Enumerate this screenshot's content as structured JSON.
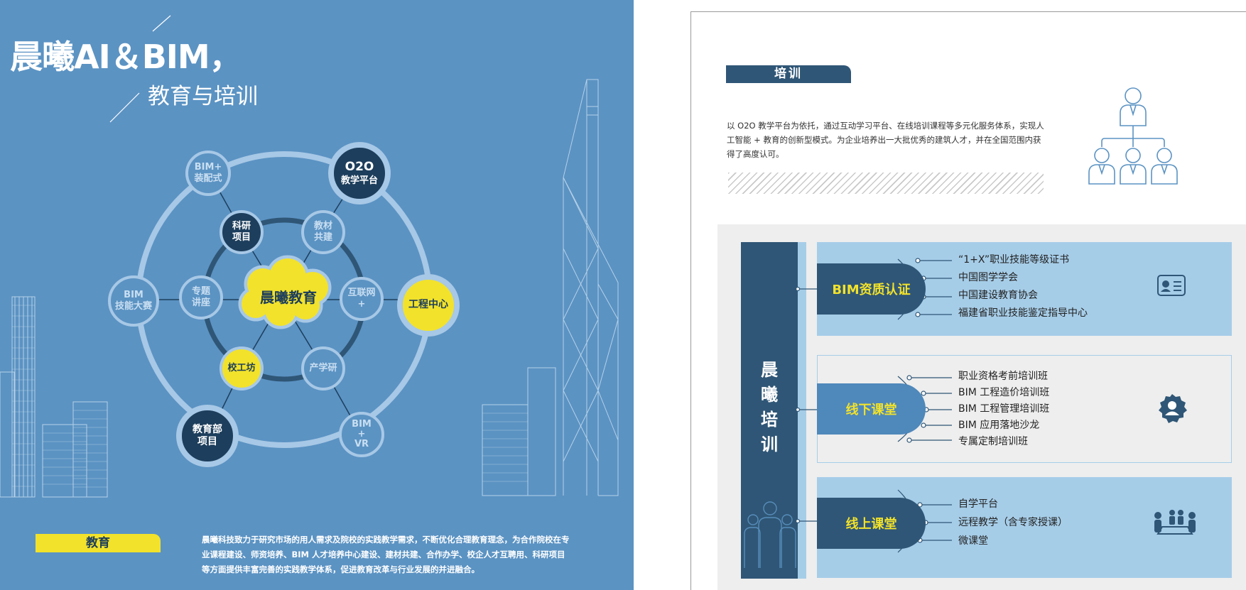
{
  "left_page": {
    "title_main": "晨曦AI＆BIM，",
    "title_sub": "教育与培训",
    "center_label": "晨曦教育",
    "outer_nodes": {
      "bim_prefab": [
        "BIM+",
        "装配式"
      ],
      "o2o": [
        "O2O",
        "教学平台"
      ],
      "bim_contest": [
        "BIM",
        "技能大赛"
      ],
      "eng_center": [
        "工程中心"
      ],
      "moe_project": [
        "教育部",
        "项目"
      ],
      "bim_vr": [
        "BIM",
        "+",
        "VR"
      ]
    },
    "inner_nodes": {
      "research": [
        "科研",
        "项目"
      ],
      "textbook": [
        "教材",
        "共建"
      ],
      "lecture": [
        "专题",
        "讲座"
      ],
      "internet": [
        "互联网",
        "+"
      ],
      "workshop": [
        "校工坊"
      ],
      "industry": [
        "产学研"
      ]
    },
    "edu_tag": "教育",
    "edu_text": "晨曦科技致力于研究市场的用人需求及院校的实践教学需求，不断优化合理教育理念，为合作院校在专业课程建设、师资培养、BIM 人才培养中心建设、建材共建、合作办学、校企人才互聘用、科研项目等方面提供丰富完善的实践教学体系，促进教育改革与行业发展的并进融合。"
  },
  "right_page": {
    "train_tag": "培训",
    "train_text": "以 O2O 教学平台为依托，通过互动学习平台、在线培训课程等多元化服务体系，实现人工智能 + 教育的创新型模式。为企业培养出一大批优秀的建筑人才，并在全国范围内获得了高度认可。",
    "side_title": [
      "晨",
      "曦",
      "培",
      "训"
    ],
    "sections": [
      {
        "label": "BIM资质认证",
        "items": [
          "“1+X”职业技能等级证书",
          "中国图学学会",
          "中国建设教育协会",
          "福建省职业技能鉴定指导中心"
        ],
        "icon": "id-card-icon"
      },
      {
        "label": "线下课堂",
        "items": [
          "职业资格考前培训班",
          "BIM 工程造价培训班",
          "BIM 工程管理培训班",
          "BIM 应用落地沙龙",
          "专属定制培训班"
        ],
        "icon": "badge-person-icon"
      },
      {
        "label": "线上课堂",
        "items": [
          "自学平台",
          "远程教学（含专家授课）",
          "微课堂"
        ],
        "icon": "meeting-icon"
      }
    ]
  },
  "colors": {
    "left_bg": "#5b93c3",
    "dark_blue": "#1d3e5c",
    "navy": "#2f5676",
    "light_blue": "#a6cde8",
    "yellow": "#f2e22b"
  }
}
